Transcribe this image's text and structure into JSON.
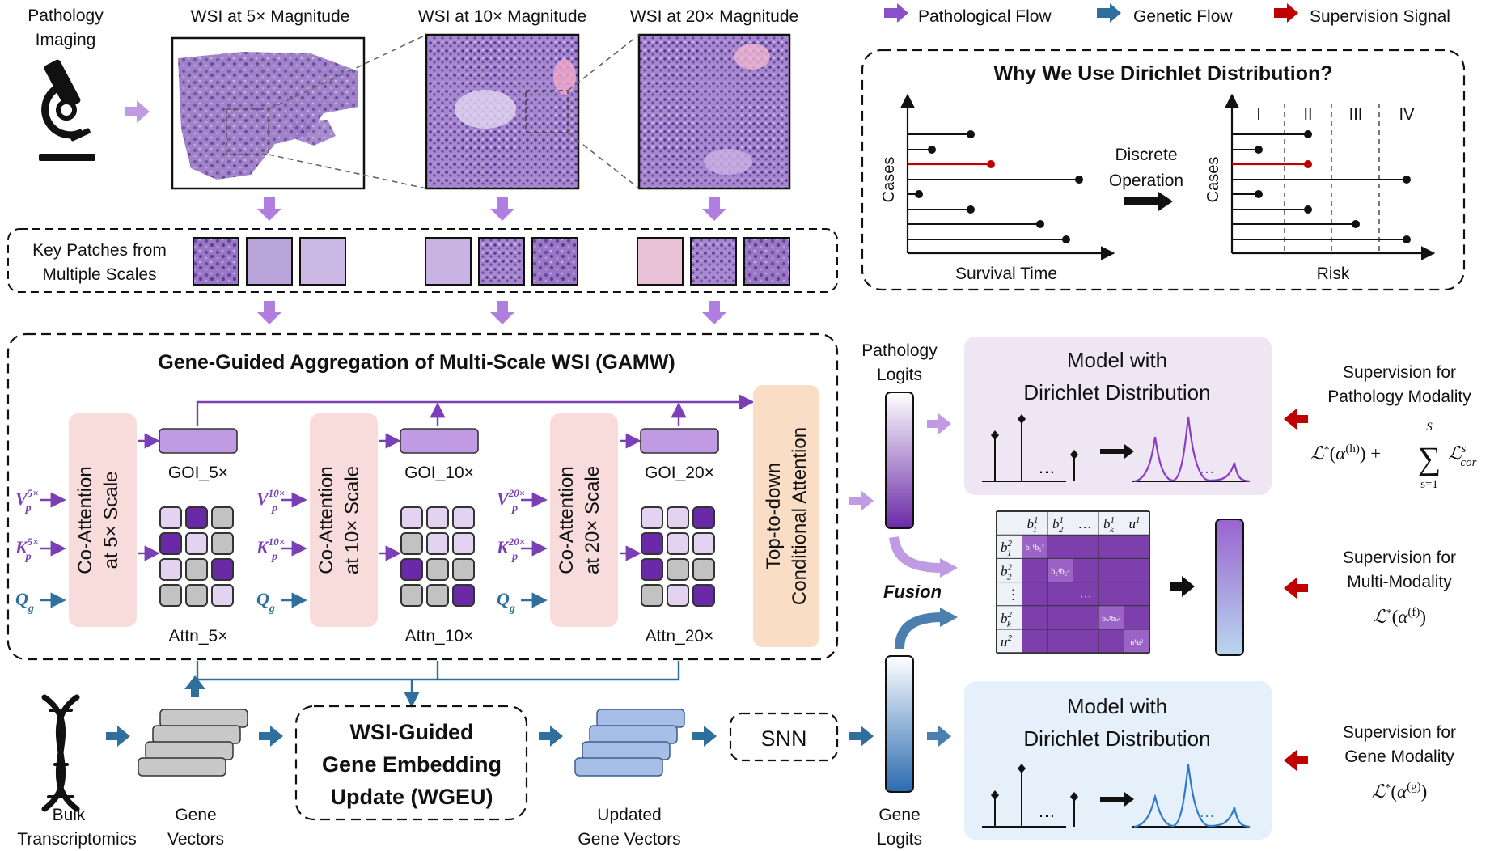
{
  "legend": {
    "pathological_flow": "Pathological Flow",
    "genetic_flow": "Genetic Flow",
    "supervision_signal": "Supervision Signal",
    "colors": {
      "pathological": "#8b4fc9",
      "genetic": "#2f6f9e",
      "supervision": "#c00000"
    }
  },
  "imaging": {
    "title_line1": "Pathology",
    "title_line2": "Imaging",
    "icon": "microscope-icon",
    "wsi_5x": "WSI at 5× Magnitude",
    "wsi_10x": "WSI at 10× Magnitude",
    "wsi_20x": "WSI at 20× Magnitude"
  },
  "patches": {
    "label_line1": "Key Patches from",
    "label_line2": "Multiple Scales"
  },
  "dirichlet_why": {
    "title": "Why We Use Dirichlet Distribution?",
    "cases": "Cases",
    "survival_time": "Survival Time",
    "discrete_line1": "Discrete",
    "discrete_line2": "Operation",
    "risk": "Risk",
    "stages": [
      "I",
      "II",
      "III",
      "IV"
    ]
  },
  "gamw": {
    "title": "Gene-Guided Aggregation of Multi-Scale WSI (GAMW)",
    "coattn_5x_line1": "Co-Attention",
    "coattn_5x_line2": "at  5× Scale",
    "coattn_10x_line1": "Co-Attention",
    "coattn_10x_line2": "at  10× Scale",
    "coattn_20x_line1": "Co-Attention",
    "coattn_20x_line2": "at  20× Scale",
    "goi_5x": "GOI_5×",
    "goi_10x": "GOI_10×",
    "goi_20x": "GOI_20×",
    "attn_5x": "Attn_5×",
    "attn_10x": "Attn_10×",
    "attn_20x": "Attn_20×",
    "vp_5x_sup": "5×",
    "vp_10x_sup": "10×",
    "vp_20x_sup": "20×",
    "v_letter": "V",
    "k_letter": "K",
    "q_letter": "Q",
    "p_sub": "p",
    "g_sub": "g",
    "top_down_line1": "Top-to-down",
    "top_down_line2": "Conditional Attention"
  },
  "genetic": {
    "dna_icon": "dna-icon",
    "bulk_line1": "Bulk",
    "bulk_line2": "Transcriptomics",
    "gene_vectors_line1": "Gene",
    "gene_vectors_line2": "Vectors",
    "wgeu_line1": "WSI-Guided",
    "wgeu_line2": "Gene Embedding",
    "wgeu_line3": "Update (WGEU)",
    "updated_line1": "Updated",
    "updated_line2": "Gene Vectors",
    "snn": "SNN"
  },
  "logits": {
    "pathology_line1": "Pathology",
    "pathology_line2": "Logits",
    "gene_line1": "Gene",
    "gene_line2": "Logits",
    "fusion": "Fusion"
  },
  "models": {
    "pathology_line1": "Model with",
    "pathology_line2": "Dirichlet Distribution",
    "gene_line1": "Model with",
    "gene_line2": "Dirichlet Distribution",
    "ellipsis": "…",
    "matrix_dots": "…"
  },
  "supervision": {
    "pathology_line1": "Supervision for",
    "pathology_line2": "Pathology Modality",
    "multi_line1": "Supervision for",
    "multi_line2": "Multi-Modality",
    "gene_line1": "Supervision for",
    "gene_line2": "Gene Modality",
    "formula_pathology": "ℒ*(α⁽ʰ⁾) + Σ ℒˢcor",
    "sum_top": "S",
    "sum_bottom": "s=1",
    "formula_multi": "ℒ*(α⁽ᶠ⁾)",
    "formula_gene": "ℒ*(α⁽ᵍ⁾)"
  }
}
